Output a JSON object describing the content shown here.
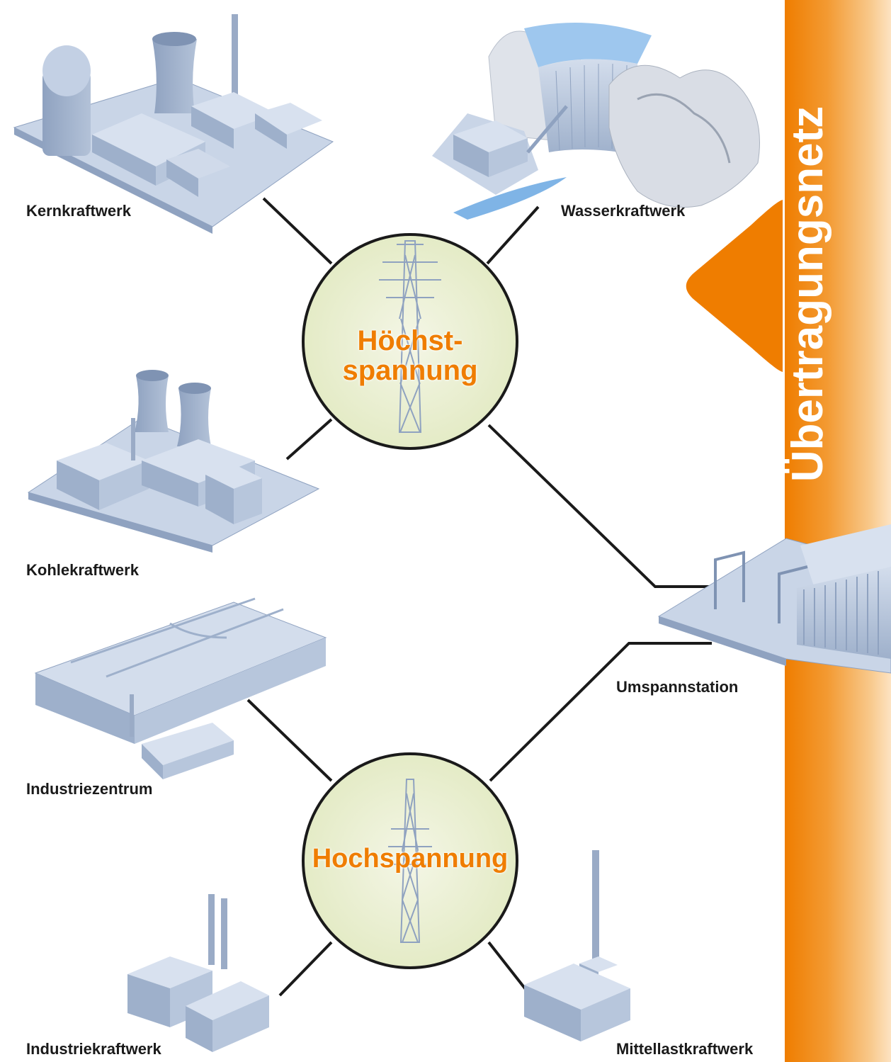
{
  "side_title": "Übertragungsnetz",
  "hubs": {
    "extra_high_voltage": {
      "line1": "Höchst-",
      "line2": "spannung"
    },
    "high_voltage": {
      "label": "Hochspannung"
    }
  },
  "nodes": {
    "nuclear": "Kernkraftwerk",
    "hydro": "Wasserkraftwerk",
    "coal": "Kohlekraftwerk",
    "substation": "Umspannstation",
    "industrial_center": "Industriezentrum",
    "industrial_plant": "Industriekraftwerk",
    "mid_load_plant": "Mittellastkraftwerk"
  },
  "colors": {
    "accent": "#ef7d00",
    "hub_fill": "#eef2d8",
    "building": "#b7c6dc",
    "line": "#1a1a1a"
  }
}
